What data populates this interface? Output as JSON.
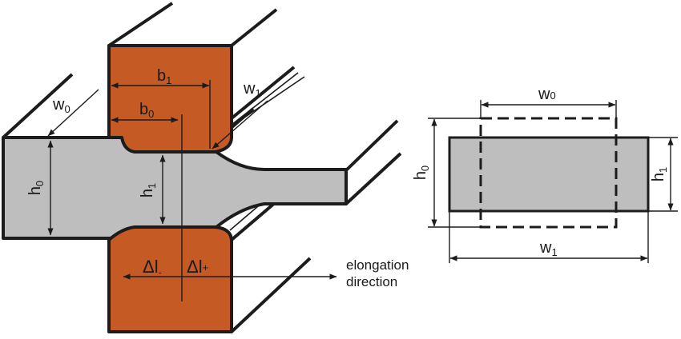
{
  "colors": {
    "roll": "#c55a24",
    "workpiece": "#bebebe",
    "outline": "#1c1c1c",
    "background": "#ffffff"
  },
  "left_diagram": {
    "b1": {
      "main": "b",
      "sub": "1"
    },
    "b0": {
      "main": "b",
      "sub": "0"
    },
    "w0": {
      "main": "w",
      "sub": "0"
    },
    "w1": {
      "main": "w",
      "sub": "1"
    },
    "h0": {
      "main": "h",
      "sub": "0"
    },
    "h1": {
      "main": "h",
      "sub": "1"
    },
    "dl_minus": {
      "main": "Δl",
      "sub": "-"
    },
    "dl_plus": {
      "main": "Δl",
      "sub": "+"
    },
    "elongation_line1": "elongation",
    "elongation_line2": "direction"
  },
  "right_diagram": {
    "w0": {
      "main": "w",
      "sub": "0"
    },
    "w1": {
      "main": "w",
      "sub": "1"
    },
    "h0": {
      "main": "h",
      "sub": "0"
    },
    "h1": {
      "main": "h",
      "sub": "1"
    }
  }
}
